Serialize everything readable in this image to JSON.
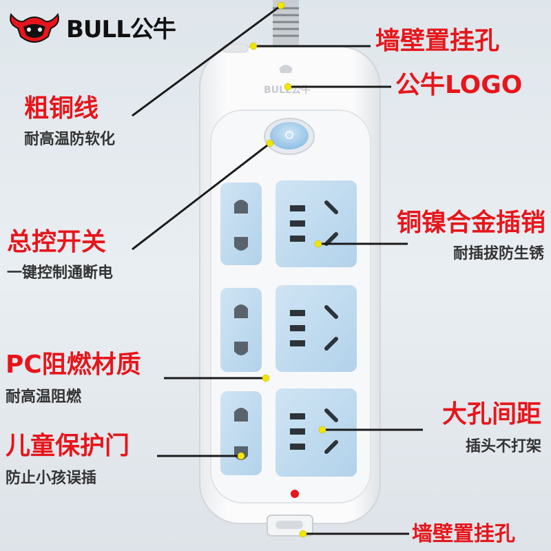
{
  "brand": {
    "name": "BULL",
    "name_cn": "公牛",
    "accent": "#e6161b"
  },
  "product_logo_text": "BULL公牛",
  "callouts": {
    "wall_hole_top": {
      "title": "墙壁置挂孔"
    },
    "logo": {
      "title": "公牛LOGO"
    },
    "copper_wire": {
      "title": "粗铜线",
      "subtitle": "耐高温防软化"
    },
    "switch": {
      "title": "总控开关",
      "subtitle": "一键控制通断电"
    },
    "pins": {
      "title": "铜镍合金插销",
      "subtitle": "耐插拔防生锈"
    },
    "pc_material": {
      "title": "PC阻燃材质",
      "subtitle": "耐高温阻燃"
    },
    "spacing": {
      "title": "大孔间距",
      "subtitle": "插头不打架"
    },
    "child_door": {
      "title": "儿童保护门",
      "subtitle": "防止小孩误插"
    },
    "wall_hole_bottom": {
      "title": "墙壁置挂孔"
    }
  },
  "colors": {
    "socket": "#bcd9ef",
    "body": "#f5f6f7",
    "label": "#e6161b",
    "dot": "#f2e600"
  }
}
